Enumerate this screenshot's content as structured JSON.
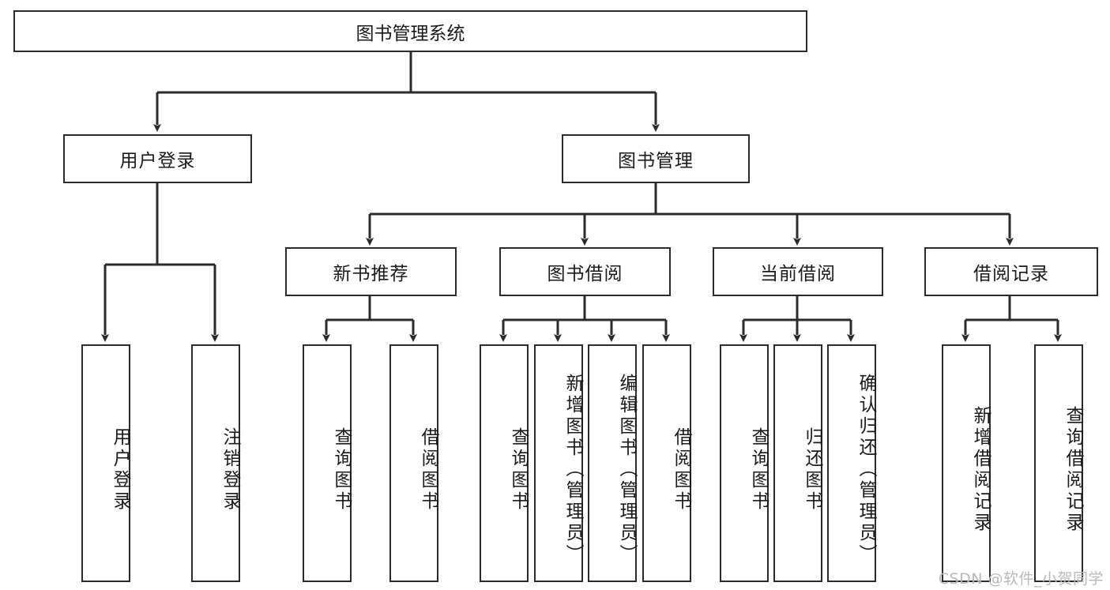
{
  "diagram": {
    "type": "tree-hierarchy",
    "title": "图书管理系统",
    "watermark": "CSDN @软件_小贺同学",
    "colors": {
      "stroke": "#2b2b2b",
      "fill": "#ffffff",
      "text": "#1a1a1a",
      "watermark": "#b9b9b9"
    },
    "levels": {
      "root": {
        "label": "图书管理系统"
      },
      "level2": [
        {
          "label": "用户登录"
        },
        {
          "label": "图书管理"
        }
      ],
      "level3": [
        {
          "label": "新书推荐"
        },
        {
          "label": "图书借阅"
        },
        {
          "label": "当前借阅"
        },
        {
          "label": "借阅记录"
        }
      ],
      "leaves": {
        "user_login": [
          {
            "label": "用户登录"
          },
          {
            "label": "注销登录"
          }
        ],
        "new_book": [
          {
            "label": "查询图书"
          },
          {
            "label": "借阅图书"
          }
        ],
        "borrow_book": [
          {
            "label": "查询图书"
          },
          {
            "label": "新增图书（管理员）"
          },
          {
            "label": "编辑图书（管理员）"
          },
          {
            "label": "借阅图书"
          }
        ],
        "current_borrow": [
          {
            "label": "查询图书"
          },
          {
            "label": "归还图书"
          },
          {
            "label": "确认归还（管理员）"
          }
        ],
        "borrow_record": [
          {
            "label": "新增借阅记录"
          },
          {
            "label": "查询借阅记录"
          }
        ]
      }
    }
  }
}
